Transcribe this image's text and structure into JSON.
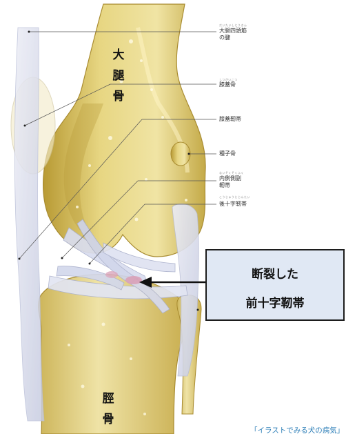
{
  "labels": {
    "femur": [
      "大",
      "腿",
      "骨"
    ],
    "tibia": [
      "脛",
      "骨"
    ]
  },
  "annotations": {
    "quad_tendon": [
      "大腿四頭筋",
      "の腱"
    ],
    "patella": "膝蓋骨",
    "patellar_ligament": "膝蓋靭帯",
    "fabella": "種子骨",
    "mcl": [
      "内側側副",
      "靭帯"
    ],
    "pcl": "後十字靭帯"
  },
  "callout": {
    "line1": "断裂した",
    "line2": "前十字靭帯"
  },
  "caption": "「イラストでみる犬の病気」",
  "colors": {
    "bone": "#e9d98a",
    "bone_shadow": "#c0a53e",
    "ligament": "#dde0ef",
    "callout_bg": "#e0e8f4",
    "caption": "#2e7fb8"
  }
}
